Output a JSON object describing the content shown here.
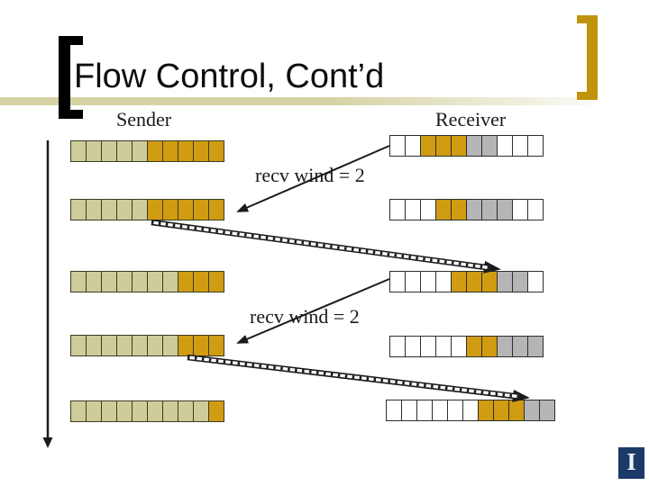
{
  "slide": {
    "title": "Flow Control, Cont’d",
    "sender_label": "Sender",
    "receiver_label": "Receiver",
    "recv_wind_label_1": "recv wind = 2",
    "recv_wind_label_2": "recv wind = 2",
    "logo_letter": "I"
  },
  "colors": {
    "khaki": "#cfcc9c",
    "gold": "#d09c12",
    "gray": "#b5b5b5",
    "white": "#ffffff",
    "band": "#d6d2a4",
    "bracket_black": "#000000",
    "bracket_gold": "#bf940c",
    "arrow": "#1a1a1a",
    "logo_navy": "#1b3a68"
  },
  "diagram": {
    "sender_rows": [
      [
        "khaki",
        "khaki",
        "khaki",
        "khaki",
        "khaki",
        "gold",
        "gold",
        "gold",
        "gold",
        "gold"
      ],
      [
        "khaki",
        "khaki",
        "khaki",
        "khaki",
        "khaki",
        "gold",
        "gold",
        "gold",
        "gold",
        "gold"
      ],
      [
        "khaki",
        "khaki",
        "khaki",
        "khaki",
        "khaki",
        "khaki",
        "khaki",
        "gold",
        "gold",
        "gold"
      ],
      [
        "khaki",
        "khaki",
        "khaki",
        "khaki",
        "khaki",
        "khaki",
        "khaki",
        "gold",
        "gold",
        "gold"
      ],
      [
        "khaki",
        "khaki",
        "khaki",
        "khaki",
        "khaki",
        "khaki",
        "khaki",
        "khaki",
        "khaki",
        "gold"
      ]
    ],
    "receiver_rows": [
      [
        "white",
        "white",
        "gold",
        "gold",
        "gold",
        "gray",
        "gray",
        "white",
        "white",
        "white"
      ],
      [
        "white",
        "white",
        "white",
        "gold",
        "gold",
        "gray",
        "gray",
        "gray",
        "white",
        "white"
      ],
      [
        "white",
        "white",
        "white",
        "white",
        "gold",
        "gold",
        "gold",
        "gray",
        "gray",
        "white"
      ],
      [
        "white",
        "white",
        "white",
        "white",
        "white",
        "gold",
        "gold",
        "gray",
        "gray",
        "gray"
      ],
      [
        "white",
        "white",
        "white",
        "white",
        "white",
        "white",
        "gold",
        "gold",
        "gold",
        "gray",
        "gray"
      ]
    ]
  }
}
